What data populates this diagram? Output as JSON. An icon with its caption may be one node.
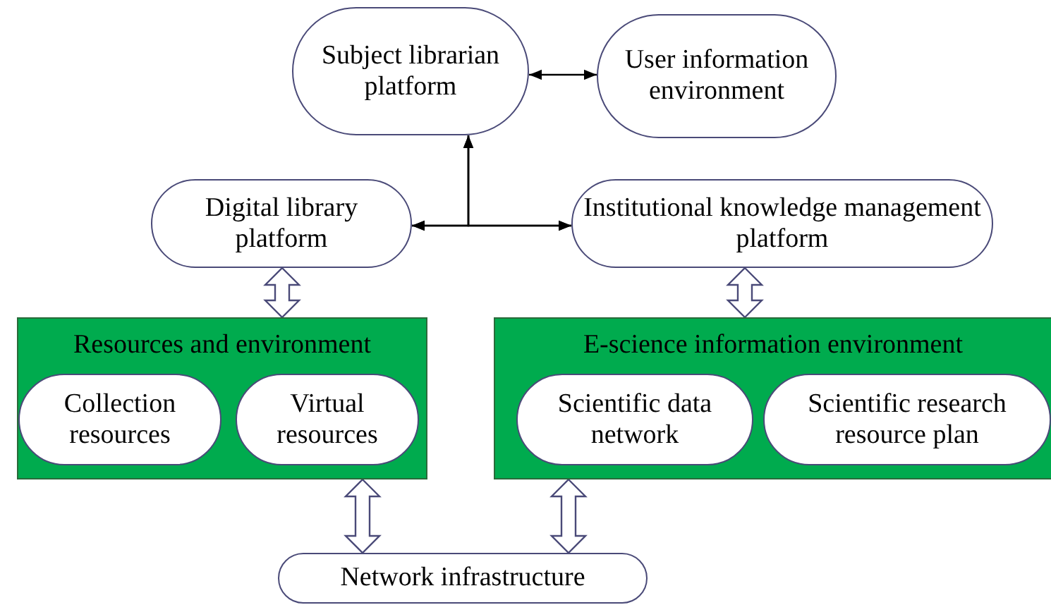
{
  "diagram": {
    "nodes": [
      {
        "text": [
          "Subject librarian platform"
        ]
      },
      {
        "text": [
          "User information environment"
        ]
      },
      {
        "text": [
          "Digital library platform"
        ]
      },
      {
        "text": [
          "Institutional knowledge management platform"
        ]
      },
      {
        "text": [
          "Resources and environment"
        ]
      },
      {
        "text": [
          "Collection resources"
        ],
        "in": 4
      },
      {
        "text": [
          "Virtual resources"
        ],
        "in": 4
      },
      {
        "text": [
          "E-science information environment"
        ]
      },
      {
        "text": [
          "Scientific data network"
        ],
        "in": 7
      },
      {
        "text": [
          "Scientific research resource plan"
        ],
        "in": 7
      },
      {
        "text": [
          "Network infrastructure"
        ]
      }
    ],
    "edges": [
      {
        "from": 0,
        "to": 1,
        "arrow": "both"
      },
      {
        "from": 0,
        "to": 2,
        "arrow": "both"
      },
      {
        "from": 0,
        "to": 3,
        "arrow": "both"
      },
      {
        "from": 2,
        "to": 3,
        "arrow": "both"
      },
      {
        "from": 2,
        "to": 4,
        "arrow": "both",
        "style": "thick"
      },
      {
        "from": 3,
        "to": 7,
        "arrow": "both",
        "style": "thick"
      },
      {
        "from": 4,
        "to": 10,
        "arrow": "both",
        "style": "thick"
      },
      {
        "from": 7,
        "to": 10,
        "arrow": "both",
        "style": "thick"
      }
    ]
  }
}
